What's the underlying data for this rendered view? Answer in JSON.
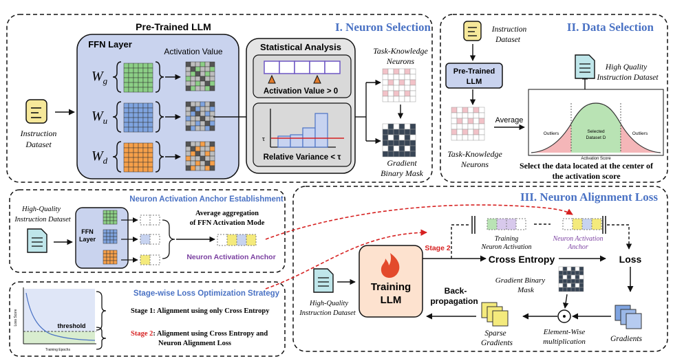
{
  "panel1": {
    "title": "I. Neuron Selection",
    "pretrained_llm": "Pre-Trained LLM",
    "ffn_layer": "FFN Layer",
    "activation_value": "Activation Value",
    "w_g": "W",
    "w_g_sub": "g",
    "w_u": "W",
    "w_u_sub": "u",
    "w_d": "W",
    "w_d_sub": "d",
    "instruction": "Instruction",
    "dataset": "Dataset",
    "statistical_analysis": "Statistical Analysis",
    "activation_gt0": "Activation Value > 0",
    "relative_variance": "Relative Variance < τ",
    "tau": "τ",
    "task_knowledge": "Task-Knowledge",
    "neurons": "Neurons",
    "gradient": "Gradient",
    "binary_mask": "Binary Mask"
  },
  "panel2": {
    "title": "II. Data Selection",
    "instruction_dataset_1": "Instruction",
    "instruction_dataset_2": "Dataset",
    "pretrained_1": "Pre-Trained",
    "pretrained_2": "LLM",
    "high_quality_1": "High Quality",
    "high_quality_2": "Instruction Dataset",
    "average": "Average",
    "outliers_left": "Outliers",
    "outliers_right": "Outliers",
    "selected_1": "Selected",
    "selected_2": "Dataset D",
    "activation_score_axis": "Activation Score",
    "task_knowledge_1": "Task-Knowledge",
    "task_knowledge_2": "Neurons",
    "caption_1": "Select the data located at the center of",
    "caption_2": "the activation score"
  },
  "panel3a": {
    "title": "Neuron Activation Anchor Establishment",
    "hq_1": "High-Quality",
    "hq_2": "Instruction Dataset",
    "ffn_1": "FFN",
    "ffn_2": "Layer",
    "avg_1": "Average aggregation",
    "avg_2": "of FFN Activation Mode",
    "anchor": "Neuron Activation Anchor"
  },
  "panel3b": {
    "title": "Stage-wise Loss Optimization Strategy",
    "threshold": "threshold",
    "y_axis": "Loss Score",
    "x_axis": "Training Epochs",
    "stage1": "Stage 1: Alignment using only Cross Entropy",
    "stage2_prefix": "Stage 2",
    "stage2_rest": ": Alignment using Cross Entropy and",
    "stage2_line2": "Neuron Alignment Loss"
  },
  "panel4": {
    "title": "III. Neuron Alignment Loss",
    "stage2": "Stage 2",
    "training_1": "Training",
    "training_2": "Neuron Activation",
    "anchor_1": "Neuron Activation",
    "anchor_2": "Anchor",
    "cross_entropy": "Cross Entropy",
    "loss": "Loss",
    "training_llm_1": "Training",
    "training_llm_2": "LLM",
    "hq_1": "High-Quality",
    "hq_2": "Instruction Dataset",
    "backprop_1": "Back-",
    "backprop_2": "propagation",
    "gbm_1": "Gradient Binary",
    "gbm_2": "Mask",
    "sparse_1": "Sparse",
    "sparse_2": "Gradients",
    "elementwise_1": "Element-Wise",
    "elementwise_2": "multiplication",
    "gradients": "Gradients"
  },
  "colors": {
    "blue_title": "#4a72c4",
    "purple": "#7a3fa0",
    "red": "#d62020",
    "ffn_bg": "#c9d3ee",
    "green": "#8ccf86",
    "blue": "#7fa4e0",
    "orange": "#f6a04a",
    "yellow": "#f4ea7c",
    "pink": "#f2c2c8"
  }
}
